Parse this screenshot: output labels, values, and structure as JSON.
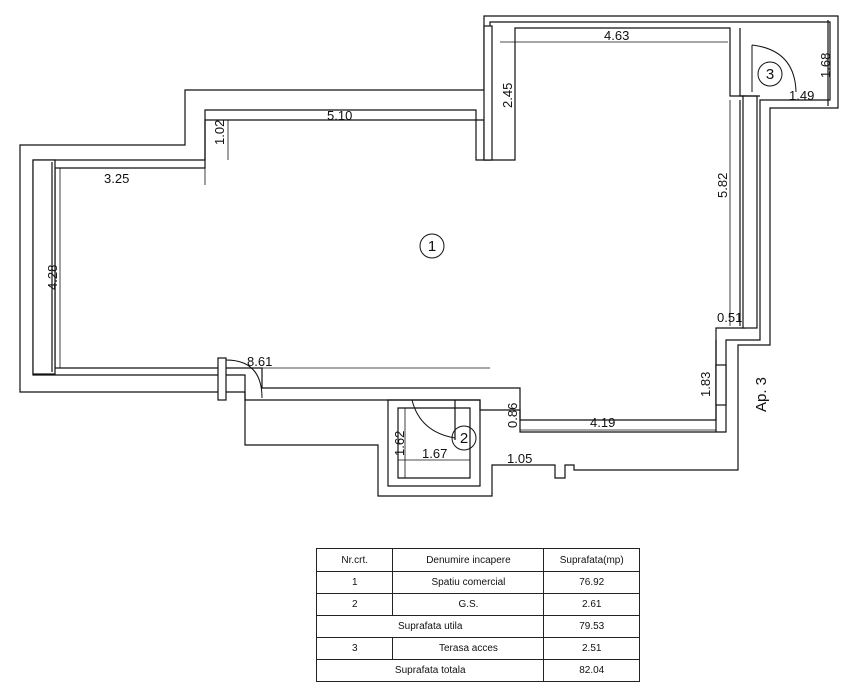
{
  "plan": {
    "dimensions": [
      "4.63",
      "1.68",
      "1.49",
      "2.45",
      "5.10",
      "1.02",
      "3.25",
      "4.28",
      "5.82",
      "0.51",
      "1.83",
      "8.61",
      "0.86",
      "4.19",
      "1.62",
      "1.67",
      "1.05"
    ],
    "rooms": [
      "1",
      "2",
      "3"
    ],
    "apartment_label": "Ap. 3"
  },
  "table": {
    "headers": [
      "Nr.crt.",
      "Denumire incapere",
      "Suprafata(mp)"
    ],
    "rows": [
      {
        "nr": "1",
        "name": "Spatiu comercial",
        "area": "76.92"
      },
      {
        "nr": "2",
        "name": "G.S.",
        "area": "2.61"
      },
      {
        "label": "Suprafata utila",
        "area": "79.53"
      },
      {
        "nr": "3",
        "name": "Terasa acces",
        "area": "2.51"
      },
      {
        "label": "Suprafata totala",
        "area": "82.04"
      }
    ]
  }
}
